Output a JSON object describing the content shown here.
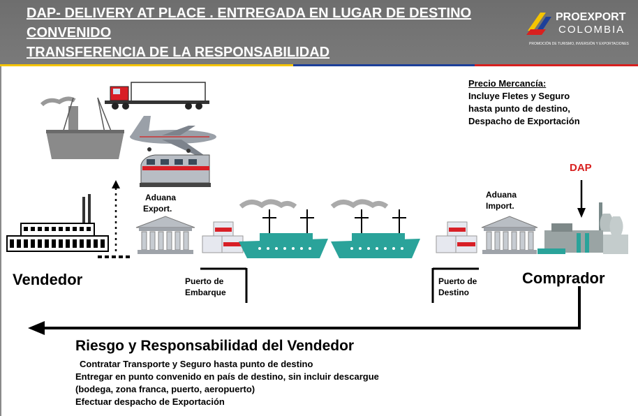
{
  "header": {
    "line1": "DAP- DELIVERY AT PLACE . ENTREGADA EN LUGAR DE DESTINO",
    "line2": "CONVENIDO",
    "line3": "TRANSFERENCIA DE LA RESPONSABILIDAD"
  },
  "logo": {
    "name": "PROEXPORT",
    "country": "COLOMBIA",
    "tagline": "PROMOCIÓN DE TURISMO, INVERSIÓN Y EXPORTACIONES"
  },
  "price_note": {
    "title": "Precio Mercancía:",
    "lines": [
      "Incluye Fletes y Seguro",
      "hasta punto de destino,",
      "Despacho de Exportación"
    ]
  },
  "dap_label": "DAP",
  "nodes": {
    "aduana_export": [
      "Aduana",
      "Export."
    ],
    "aduana_import": [
      "Aduana",
      "Import."
    ],
    "vendedor": "Vendedor",
    "comprador": "Comprador",
    "puerto_embarque": [
      "Puerto de",
      "Embarque"
    ],
    "puerto_destino": [
      "Puerto de",
      "Destino"
    ]
  },
  "risk": {
    "title": "Riesgo y Responsabilidad del Vendedor",
    "lines": [
      "Contratar Transporte y Seguro hasta punto de destino",
      "Entregar en punto convenido en país de destino, sin incluir descargue",
      "(bodega, zona franca, puerto, aeropuerto)",
      "Efectuar despacho de Exportación"
    ]
  },
  "colors": {
    "header_bg": "#737373",
    "flag_yellow": "#f5c400",
    "flag_blue": "#1d3f9a",
    "flag_red": "#d8201f",
    "ship": "#2aa39a"
  }
}
